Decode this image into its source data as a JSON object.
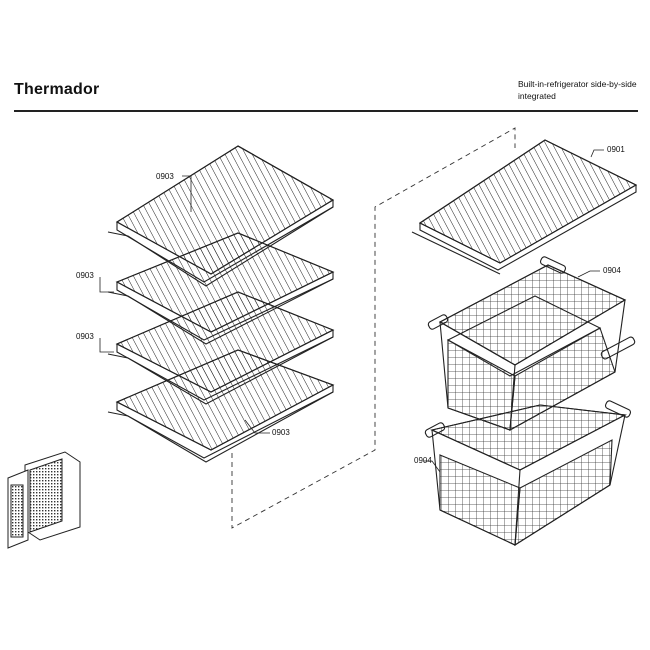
{
  "header": {
    "brand": "Thermador",
    "description_line1": "Built-in-refrigerator side-by-side",
    "description_line2": "integrated"
  },
  "labels": {
    "shelf_top": "0903",
    "shelf_2": "0903",
    "shelf_3": "0903",
    "shelf_bottom": "0903",
    "shelf_right": "0901",
    "basket_top": "0904",
    "basket_bottom": "0904"
  }
}
